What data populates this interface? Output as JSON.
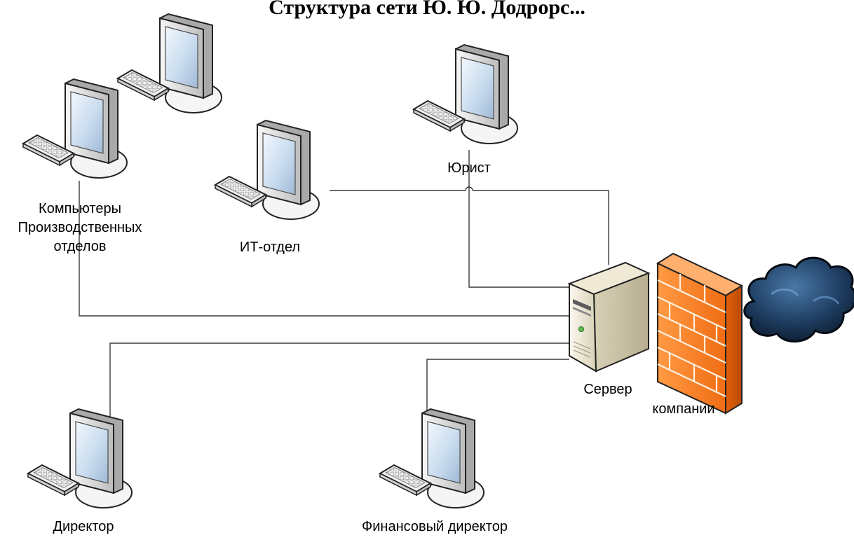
{
  "title": "Структура сети Ю. Ю. Додрорс...",
  "nodes": {
    "prod_label_line1": "Компьютеры",
    "prod_label_line2": "Производственных",
    "prod_label_line3": "отделов",
    "it_label": "ИТ-отдел",
    "lawyer_label": "Юрист",
    "server_label": "Сервер",
    "company_label": "компании",
    "director_label": "Директор",
    "cfo_label": "Финансовый директор"
  },
  "icons": {
    "workstation": "computer-workstation-icon",
    "server": "server-tower-icon",
    "firewall": "firewall-brick-wall-icon",
    "internet": "internet-cloud-icon"
  },
  "colors": {
    "screen": "#c9dcef",
    "monitor_frame": "#e8e8e8",
    "firewall": "#f07a22",
    "cloud": "#1d3a5a",
    "server": "#e9e3cf",
    "wire": "#3a3a3a"
  }
}
